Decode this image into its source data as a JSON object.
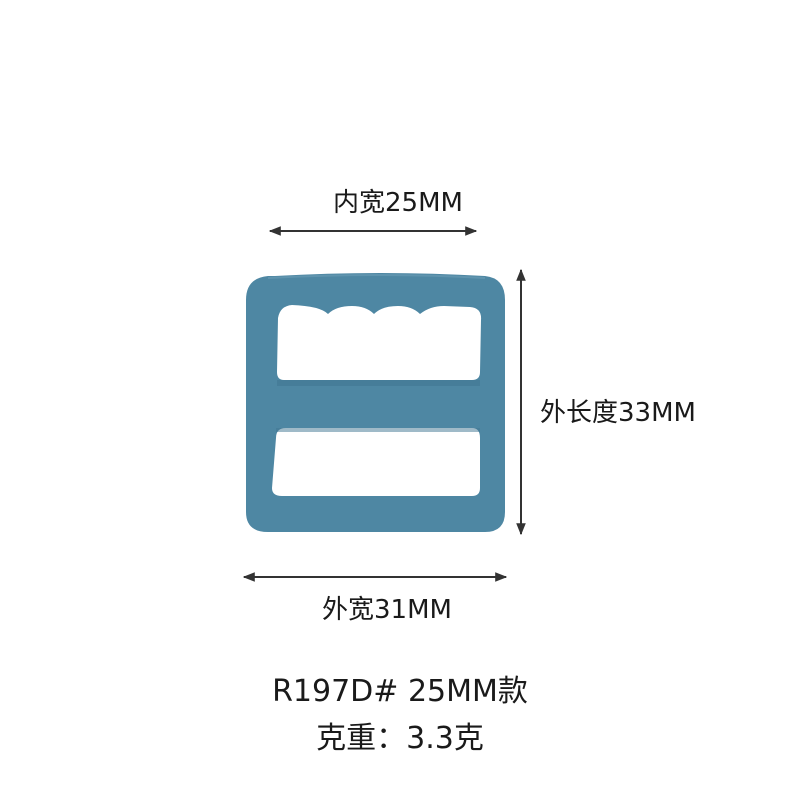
{
  "product": {
    "dimensions": {
      "inner_width": "内宽25MM",
      "outer_length": "外长度33MM",
      "outer_width": "外宽31MM"
    },
    "model": "R197D# 25MM款",
    "weight": "克重：3.3克"
  },
  "colors": {
    "buckle": "#4e87a3",
    "buckle_shade": "#3f7592",
    "arrow": "#333333",
    "text": "#1a1a1a",
    "background": "#ffffff"
  }
}
